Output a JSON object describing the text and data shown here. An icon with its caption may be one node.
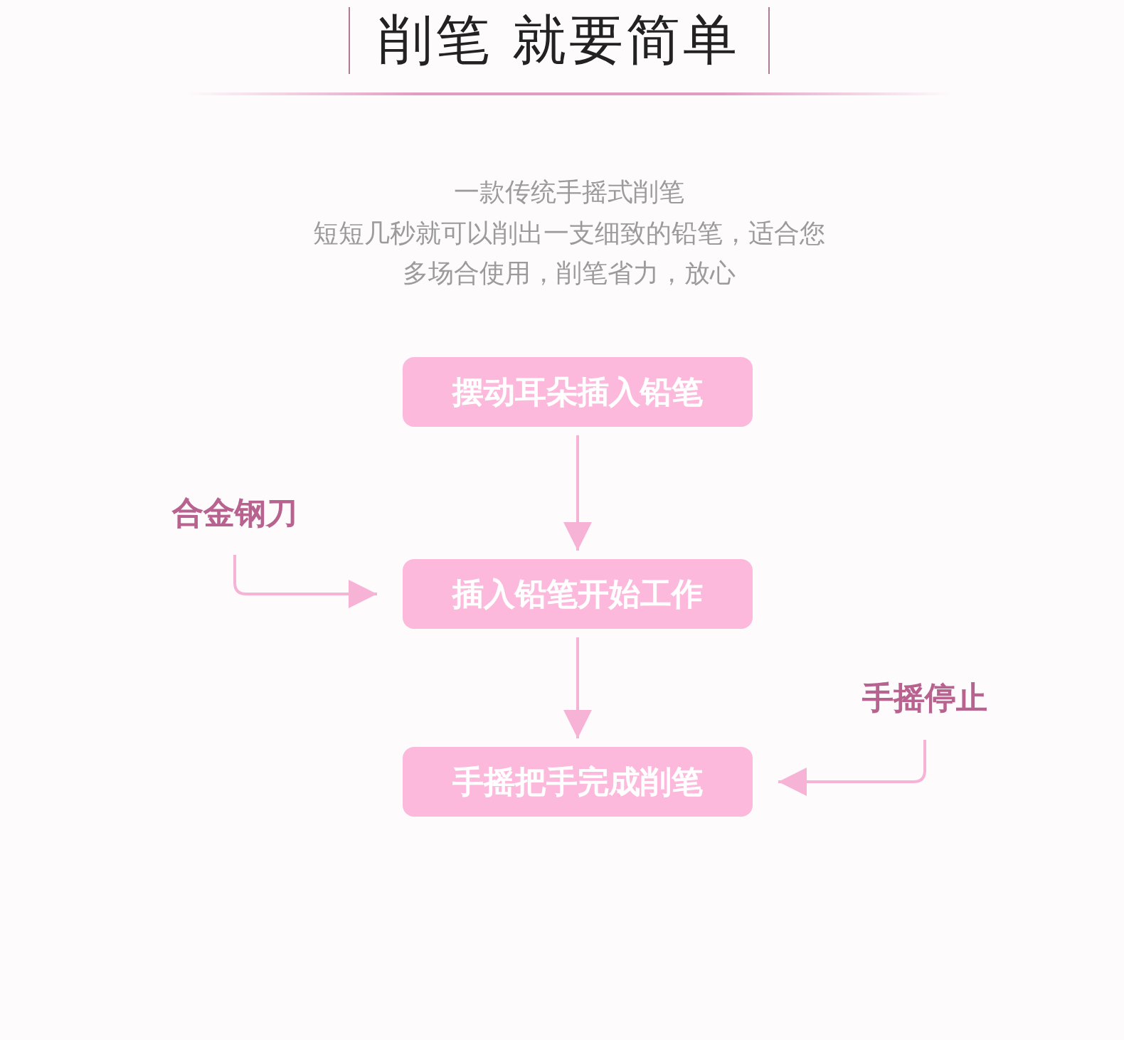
{
  "diagram": {
    "title": "削笔 就要简单",
    "nodes": [
      {
        "text": [
          "摆动耳朵插入铅笔"
        ]
      },
      {
        "text": [
          "合金钢刀"
        ]
      },
      {
        "text": [
          "插入铅笔开始工作"
        ]
      },
      {
        "text": [
          "手摇停止"
        ]
      },
      {
        "text": [
          "手摇把手完成削笔"
        ]
      }
    ],
    "edges": [
      {
        "from": 0,
        "to": 2,
        "arrow": "to"
      },
      {
        "from": 1,
        "to": 2,
        "arrow": "to"
      },
      {
        "from": 2,
        "to": 4,
        "arrow": "to"
      },
      {
        "from": 3,
        "to": 4,
        "arrow": "to"
      }
    ],
    "labels": [
      "一款传统手摇式削笔",
      "短短几秒就可以削出一支细致的铅笔，适合您",
      "多场合使用，削笔省力，放心"
    ]
  }
}
